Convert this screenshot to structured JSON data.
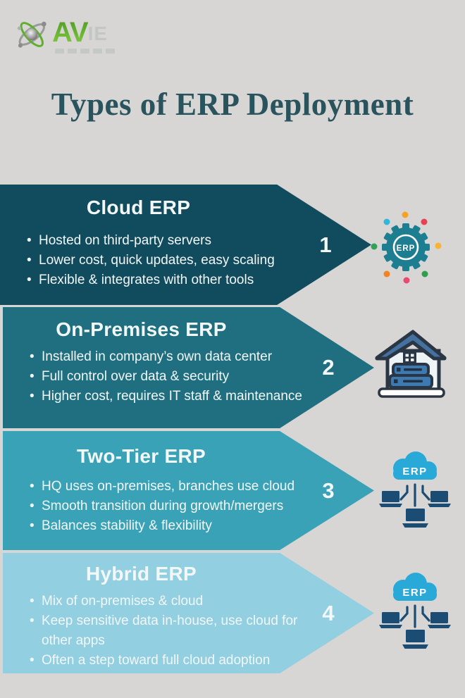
{
  "logo": {
    "brand_primary": "AV",
    "brand_secondary": "IE"
  },
  "page_title": "Types of ERP Deployment",
  "icons": {
    "erp_label": "ERP"
  },
  "sections": [
    {
      "number": "1",
      "title": "Cloud ERP",
      "color": "#114b5e",
      "icon": "gear-erp",
      "bullets": [
        "Hosted on third-party servers",
        "Lower cost, quick updates, easy scaling",
        "Flexible & integrates with other tools"
      ]
    },
    {
      "number": "2",
      "title": "On-Premises ERP",
      "color": "#1f6f80",
      "icon": "house-server",
      "bullets": [
        "Installed in company’s own data center",
        "Full control over data & security",
        "Higher cost, requires IT staff & maintenance"
      ]
    },
    {
      "number": "3",
      "title": "Two-Tier ERP",
      "color": "#3aa2b6",
      "icon": "cloud-network",
      "bullets": [
        "HQ uses on-premises, branches use cloud",
        "Smooth transition during growth/mergers",
        "Balances stability & flexibility"
      ]
    },
    {
      "number": "4",
      "title": "Hybrid ERP",
      "color": "#92cfe1",
      "icon": "cloud-network",
      "bullets": [
        "Mix of on-premises & cloud",
        "Keep sensitive data in-house, use cloud for other apps",
        "Often a step toward full cloud adoption"
      ]
    }
  ],
  "colors": {
    "background": "#d8d6d4",
    "title_text": "#2a545d",
    "banner_text": "#f2f7f8",
    "banner_1": "#114b5e",
    "banner_2": "#1f6f80",
    "banner_3": "#3aa2b6",
    "banner_4": "#92cfe1",
    "gear_teal": "#1d7e92",
    "cloud_cyan": "#29a9d8",
    "laptop_navy": "#1b4c74",
    "logo_green": "#5cb832"
  }
}
